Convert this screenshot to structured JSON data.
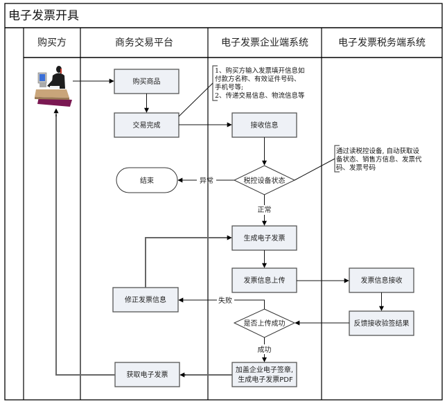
{
  "title": "电子发票开具",
  "lanes": [
    {
      "id": "buyer",
      "label": "购买方"
    },
    {
      "id": "platform",
      "label": "商务交易平台"
    },
    {
      "id": "enterprise",
      "label": "电子发票企业端系统"
    },
    {
      "id": "tax",
      "label": "电子发票税务端系统"
    }
  ],
  "actor": {
    "icon": "person-at-computer-icon",
    "lane": "buyer"
  },
  "nodes": {
    "buy_goods": {
      "label": "购买商品",
      "lane": "platform",
      "shape": "process"
    },
    "trade_done": {
      "label": "交易完成",
      "lane": "platform",
      "shape": "process"
    },
    "receive_info": {
      "label": "接收信息",
      "lane": "enterprise",
      "shape": "process"
    },
    "tax_device_status": {
      "label": "税控设备状态",
      "lane": "enterprise",
      "shape": "decision"
    },
    "end": {
      "label": "结束",
      "lane": "platform",
      "shape": "terminator"
    },
    "generate_invoice": {
      "label": "生成电子发票",
      "lane": "enterprise",
      "shape": "process"
    },
    "invoice_upload": {
      "label": "发票信息上传",
      "lane": "enterprise",
      "shape": "process"
    },
    "invoice_receive": {
      "label": "发票信息接收",
      "lane": "tax",
      "shape": "process"
    },
    "feedback_result": {
      "label": "反馈接收验签结果",
      "lane": "tax",
      "shape": "process"
    },
    "upload_success": {
      "label": "是否上传成功",
      "lane": "enterprise",
      "shape": "decision"
    },
    "fix_invoice": {
      "label": "修正发票信息",
      "lane": "platform",
      "shape": "process"
    },
    "sign_pdf": {
      "lines": [
        "加盖企业电子签章,",
        "生成电子发票PDF"
      ],
      "lane": "enterprise",
      "shape": "process"
    },
    "get_invoice": {
      "label": "获取电子发票",
      "lane": "platform",
      "shape": "process"
    }
  },
  "notes": {
    "trade_note": {
      "lines": [
        "1、购买方输入发票填开信息如",
        "付款方名称、有效证件号码、",
        "手机号等;",
        "2、传递交易信息、物流信息等"
      ]
    },
    "device_note": {
      "lines": [
        "通过读税控设备, 自动获取设",
        "备状态、销售方信息、发票代",
        "码、发票号码"
      ]
    }
  },
  "edge_labels": {
    "abnormal": "异常",
    "normal": "正常",
    "failure": "失败",
    "success": "成功"
  }
}
